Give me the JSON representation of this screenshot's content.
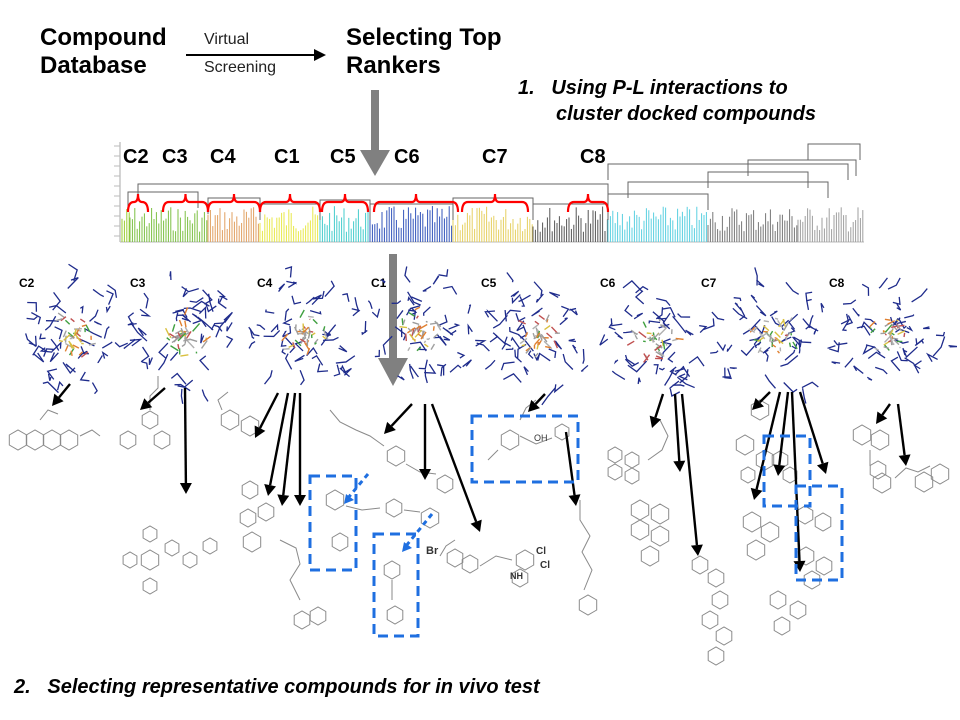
{
  "header": {
    "source": "Compound Database",
    "source_line1": "Compound",
    "source_line2": "Database",
    "process_line1": "Virtual",
    "process_line2": "Screening",
    "target_line1": "Selecting Top",
    "target_line2": "Rankers"
  },
  "steps": {
    "step1_num": "1.",
    "step1_line1": "Using P-L interactions to",
    "step1_line2": "cluster docked compounds",
    "step2_num": "2.",
    "step2_text": "Selecting representative compounds for in vivo test"
  },
  "dendrogram_clusters": [
    "C2",
    "C3",
    "C4",
    "C1",
    "C5",
    "C6",
    "C7",
    "C8"
  ],
  "pose_labels": [
    "C2",
    "C3",
    "C4",
    "C1",
    "C5",
    "C6",
    "C7",
    "C8"
  ],
  "molecule_labels": {
    "acid": "OH",
    "bromo": "Br",
    "chloro1": "Cl",
    "chloro2": "Cl",
    "nh": "NH"
  },
  "colors": {
    "bracket": "#ff0000",
    "gray_arrow": "#808080",
    "highlight_box": "#1f6fe0",
    "protein": "#1f2c8c",
    "molecule": "#8a8a8a"
  }
}
